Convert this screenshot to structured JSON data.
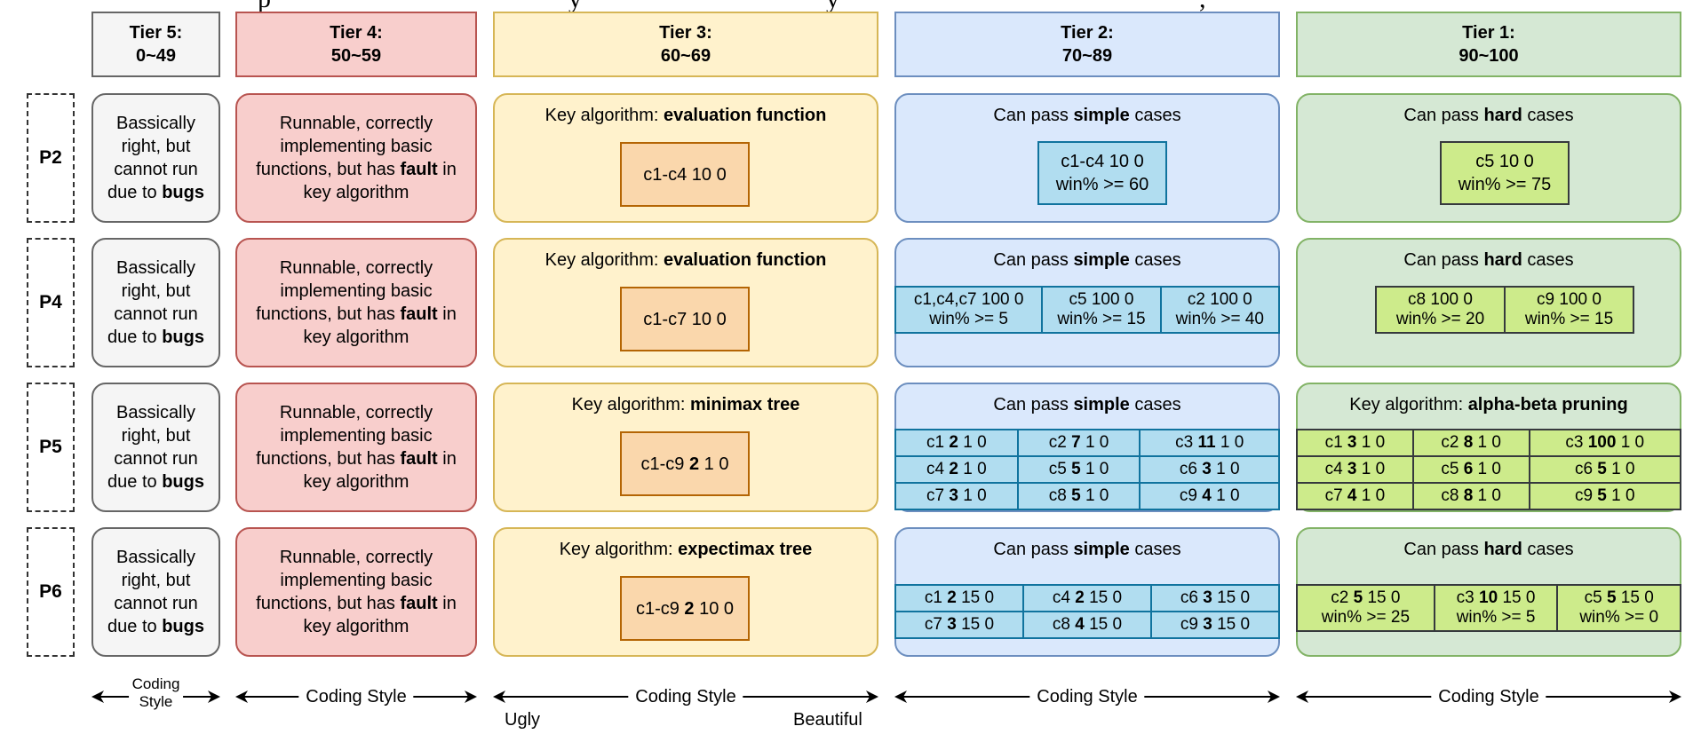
{
  "top_caption_fragment": "p",
  "top_caption_fragment2": "y",
  "top_caption_fragment3": "y",
  "top_caption_fragment4": ", ",
  "tiers": [
    {
      "title": "Tier 5:",
      "range": "0~49"
    },
    {
      "title": "Tier 4:",
      "range": "50~59"
    },
    {
      "title": "Tier 3:",
      "range": "60~69"
    },
    {
      "title": "Tier 2:",
      "range": "70~89"
    },
    {
      "title": "Tier 1:",
      "range": "90~100"
    }
  ],
  "rows": [
    "P2",
    "P4",
    "P5",
    "P6"
  ],
  "tier5_text": {
    "pre": "Bassically right, but cannot run due to ",
    "bold": "bugs"
  },
  "tier4_text": {
    "pre": "Runnable, correctly implementing basic functions, but has ",
    "bold": "fault",
    "post": " in key algorithm"
  },
  "p2": {
    "tier3": {
      "prefix": "Key algorithm: ",
      "bold": "evaluation function",
      "box": "c1-c4 10 0"
    },
    "tier2": {
      "prefix": "Can pass ",
      "bold": "simple",
      "suffix": " cases",
      "box_line1": "c1-c4 10 0",
      "box_line2": "win% >= 60"
    },
    "tier1": {
      "prefix": "Can pass ",
      "bold": "hard",
      "suffix": " cases",
      "box_line1": "c5 10 0",
      "box_line2": "win% >= 75"
    }
  },
  "p4": {
    "tier3": {
      "prefix": "Key algorithm: ",
      "bold": "evaluation function",
      "box": "c1-c7 10 0"
    },
    "tier2": {
      "prefix": "Can pass ",
      "bold": "simple",
      "suffix": " cases",
      "cells": [
        [
          "c1,c4,c7 100 0",
          "win% >= 5"
        ],
        [
          "c5 100 0",
          "win% >= 15"
        ],
        [
          "c2 100 0",
          "win% >= 40"
        ]
      ]
    },
    "tier1": {
      "prefix": "Can pass ",
      "bold": "hard",
      "suffix": " cases",
      "cells": [
        [
          "c8 100 0",
          "win% >= 20"
        ],
        [
          "c9 100 0",
          "win% >= 15"
        ]
      ]
    }
  },
  "p5": {
    "tier3": {
      "prefix": "Key algorithm: ",
      "bold": "minimax tree",
      "box_pre": "c1-c9 ",
      "box_bold": "2",
      "box_post": " 1 0"
    },
    "tier2": {
      "prefix": "Can pass ",
      "bold": "simple",
      "suffix": " cases",
      "cells": [
        [
          "c1 ",
          "2",
          " 1 0"
        ],
        [
          "c2 ",
          "7",
          " 1 0"
        ],
        [
          "c3 ",
          "11",
          " 1 0"
        ],
        [
          "c4 ",
          "2",
          " 1 0"
        ],
        [
          "c5 ",
          "5",
          " 1 0"
        ],
        [
          "c6 ",
          "3",
          " 1 0"
        ],
        [
          "c7 ",
          "3",
          " 1 0"
        ],
        [
          "c8 ",
          "5",
          " 1 0"
        ],
        [
          "c9 ",
          "4",
          " 1 0"
        ]
      ]
    },
    "tier1": {
      "prefix": "Key algorithm: ",
      "bold": "alpha-beta pruning",
      "cells": [
        [
          "c1 ",
          "3",
          " 1 0"
        ],
        [
          "c2 ",
          "8",
          " 1 0"
        ],
        [
          "c3 ",
          "100",
          " 1 0"
        ],
        [
          "c4 ",
          "3",
          " 1 0"
        ],
        [
          "c5 ",
          "6",
          " 1 0"
        ],
        [
          "c6 ",
          "5",
          " 1 0"
        ],
        [
          "c7 ",
          "4",
          " 1 0"
        ],
        [
          "c8 ",
          "8",
          " 1 0"
        ],
        [
          "c9 ",
          "5",
          " 1 0"
        ]
      ]
    }
  },
  "p6": {
    "tier3": {
      "prefix": "Key algorithm: ",
      "bold": "expectimax tree",
      "box_pre": "c1-c9 ",
      "box_bold": "2",
      "box_post": " 10 0"
    },
    "tier2": {
      "prefix": "Can pass ",
      "bold": "simple",
      "suffix": " cases",
      "cells": [
        [
          "c1 ",
          "2",
          " 15 0"
        ],
        [
          "c4 ",
          "2",
          " 15 0"
        ],
        [
          "c6 ",
          "3",
          " 15 0"
        ],
        [
          "c7 ",
          "3",
          " 15 0"
        ],
        [
          "c8 ",
          "4",
          " 15 0"
        ],
        [
          "c9 ",
          "3",
          " 15 0"
        ]
      ]
    },
    "tier1": {
      "prefix": "Can pass ",
      "bold": "hard",
      "suffix": " cases",
      "cells": [
        [
          "c2 ",
          "5",
          " 15 0",
          "win% >= 25"
        ],
        [
          "c3 ",
          "10",
          " 15 0",
          "win% >= 5"
        ],
        [
          "c5 ",
          "5",
          " 15 0",
          "win% >= 0"
        ]
      ]
    }
  },
  "axes": {
    "tier5_label_line1": "Coding",
    "tier5_label_line2": "Style",
    "label": "Coding Style",
    "ugly": "Ugly",
    "beautiful": "Beautiful"
  },
  "colors": {
    "tier5_fill": "#f5f5f5",
    "tier4_fill": "#f8cecc",
    "tier3_fill": "#fff2cc",
    "tier2_fill": "#dae8fc",
    "tier1_fill": "#d5e8d4",
    "orange_box": "#fad7ac",
    "blue_box": "#b1ddf0",
    "green_box": "#cdeb8b"
  }
}
